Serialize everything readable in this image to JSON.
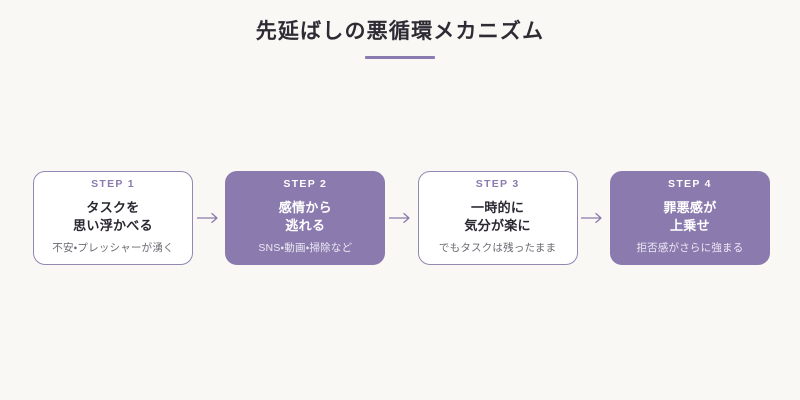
{
  "header": {
    "title": "先延ばしの悪循環メカニズム",
    "accent_color": "#8a7aae"
  },
  "theme": {
    "background": "#faf8f4",
    "purple": "#8a7aae",
    "border_purple": "#9387b4",
    "text_dark": "#2b2730",
    "text_muted": "#6e6a73",
    "text_on_purple": "#ffffff",
    "sub_on_purple": "#ece8f3"
  },
  "flow": {
    "arrow_icon": "arrow-right-icon",
    "steps": [
      {
        "label": "STEP 1",
        "title_line1": "タスクを",
        "title_line2": "思い浮かべる",
        "subtitle": "不安・プレッシャーが湧く",
        "style": "outline"
      },
      {
        "label": "STEP 2",
        "title_line1": "感情から",
        "title_line2": "逃れる",
        "subtitle": "SNS・動画・掃除など",
        "style": "filled"
      },
      {
        "label": "STEP 3",
        "title_line1": "一時的に",
        "title_line2": "気分が楽に",
        "subtitle": "でもタスクは残ったまま",
        "style": "filled-outline"
      },
      {
        "label": "STEP 4",
        "title_line1": "罪悪感が",
        "title_line2": "上乗せ",
        "subtitle": "拒否感がさらに強まる",
        "style": "filled"
      }
    ]
  }
}
